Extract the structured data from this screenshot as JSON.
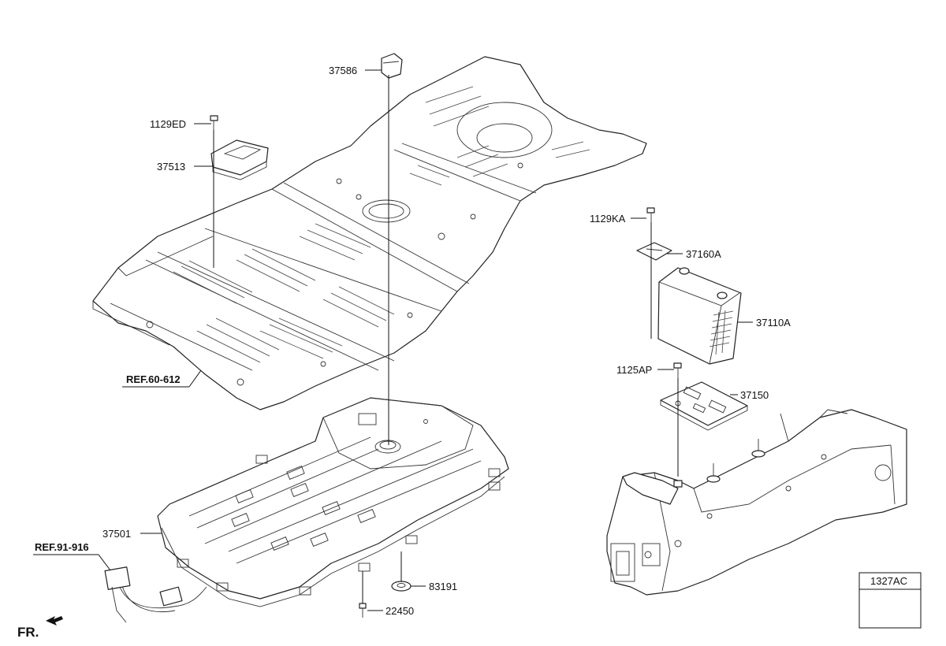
{
  "parts": {
    "p37586": "37586",
    "p1129ED": "1129ED",
    "p37513": "37513",
    "p1129KA": "1129KA",
    "p37160A": "37160A",
    "p37110A": "37110A",
    "p1125AP": "1125AP",
    "p37150": "37150",
    "p37501": "37501",
    "p83191": "83191",
    "p22450": "22450",
    "p1327AC": "1327AC"
  },
  "refs": {
    "ref_floor": "REF.60-612",
    "ref_harness": "REF.91-916"
  },
  "direction": {
    "front_label": "FR."
  }
}
